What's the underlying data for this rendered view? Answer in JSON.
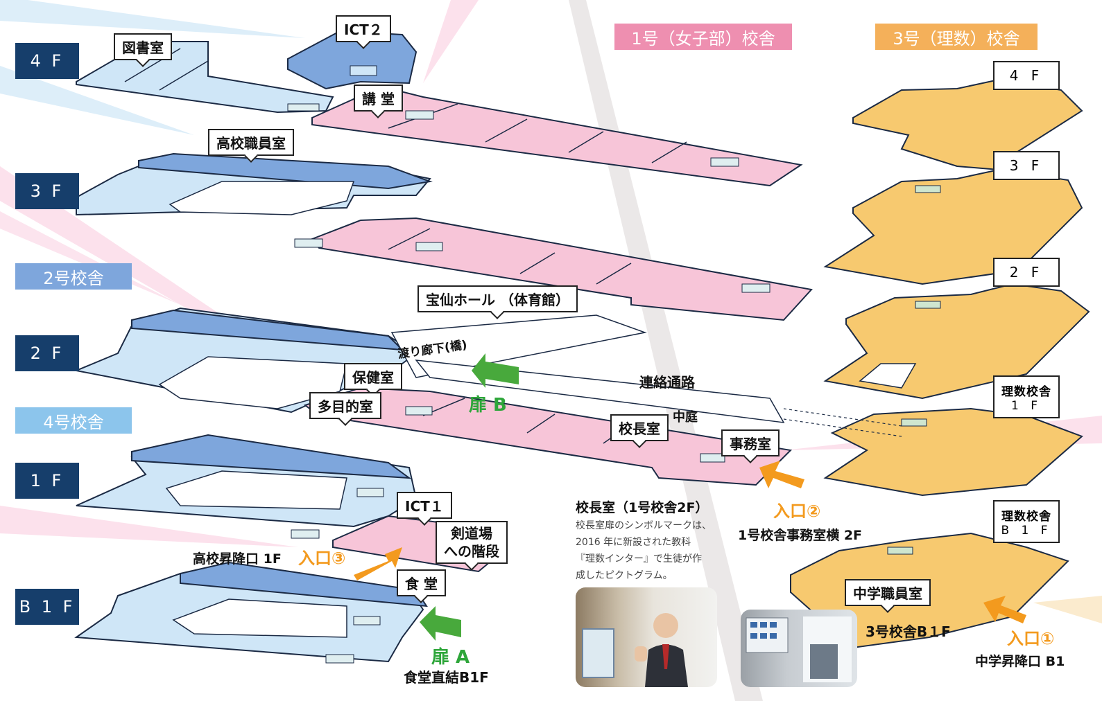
{
  "floors_left": [
    {
      "id": "4f",
      "label": "4 F"
    },
    {
      "id": "3f",
      "label": "3 F"
    },
    {
      "id": "2f",
      "label": "2 F"
    },
    {
      "id": "1f",
      "label": "1 F"
    },
    {
      "id": "b1f",
      "label": "B 1 F"
    }
  ],
  "buildings": {
    "b2": {
      "label": "2号校舎",
      "color": "#7ea6dc"
    },
    "b4": {
      "label": "4号校舎",
      "color": "#8cc5ec"
    },
    "b1": {
      "label": "1号（女子部）校舎",
      "color": "#ee8fb0"
    },
    "b3": {
      "label": "3号（理数）校舎",
      "color": "#f4b05a"
    }
  },
  "callouts": {
    "library": "図書室",
    "ict2": "ICT２",
    "auditorium": "講 堂",
    "hs_staff": "高校職員室",
    "hosen_hall": "宝仙ホール （体育館）",
    "bridge": "渡り廊下(橋)",
    "health": "保健室",
    "multipurpose": "多目的室",
    "principal": "校長室",
    "office": "事務室",
    "ict1": "ICT１",
    "kendo_line1": "剣道場",
    "kendo_line2": "への階段",
    "cafeteria": "食 堂",
    "ms_staff": "中学職員室"
  },
  "labels": {
    "connector": "連絡通路",
    "courtyard": "中庭",
    "door_b": "扉 B",
    "door_a": "扉 A",
    "door_a_sub": "食堂直結B1F",
    "entrance1": "入口①",
    "entrance1_sub": "中学昇降口 B1",
    "entrance2": "入口②",
    "entrance2_sub": "1号校舎事務室横 2F",
    "entrance3": "入口③",
    "entrance3_pre": "高校昇降口 1F",
    "b3_b1f_caption": "3号校舎B１F"
  },
  "right_floors": {
    "f4": "4 F",
    "f3": "3 F",
    "f2": "2 F",
    "f1_line1": "理数校舎",
    "f1_line2": "1 F",
    "b1_line1": "理数校舎",
    "b1_line2": "B 1 F"
  },
  "principal_note": {
    "title": "校長室（1号校舎2F）",
    "line1": "校長室扉のシンボルマークは、",
    "line2": "2016 年に新設された教科",
    "line3": "『理数インター』で生徒が作",
    "line4": "成したピクトグラム。"
  },
  "colors": {
    "navy": "#163e6b",
    "blue_dark": "#7ea6dc",
    "blue_light": "#cfe6f7",
    "pink": "#f7c5d8",
    "orange": "#f7c96f",
    "green": "#2ea63a",
    "arrow_orange": "#f39a1e"
  }
}
